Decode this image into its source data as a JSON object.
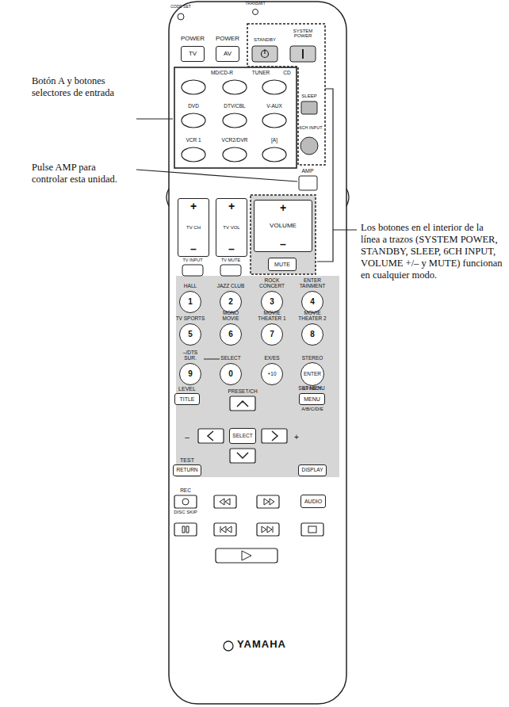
{
  "diagram": {
    "nodes": [
      {
        "text": [
          "TV"
        ]
      },
      {
        "text": [
          "AV"
        ]
      },
      {
        "text": [
          "+",
          "TV CH",
          "–"
        ]
      },
      {
        "text": [
          "+",
          "TV VOL",
          "–"
        ]
      },
      {
        "text": [
          "+",
          "VOLUME",
          "–"
        ]
      },
      {
        "text": [
          "MUTE"
        ]
      },
      {
        "text": [
          "1"
        ]
      },
      {
        "text": [
          "2"
        ]
      },
      {
        "text": [
          "3"
        ]
      },
      {
        "text": [
          "4"
        ]
      },
      {
        "text": [
          "5"
        ]
      },
      {
        "text": [
          "6"
        ]
      },
      {
        "text": [
          "7"
        ]
      },
      {
        "text": [
          "8"
        ]
      },
      {
        "text": [
          "9"
        ]
      },
      {
        "text": [
          "0"
        ]
      },
      {
        "text": [
          "+10"
        ]
      },
      {
        "text": [
          "ENTER"
        ]
      },
      {
        "text": [
          "TITLE"
        ]
      },
      {
        "text": [
          "MENU"
        ]
      },
      {
        "text": [
          "SELECT"
        ]
      },
      {
        "text": [
          "RETURN"
        ]
      },
      {
        "text": [
          "DISPLAY"
        ]
      },
      {
        "text": [
          "AUDIO"
        ]
      }
    ],
    "labels": [
      "CODE SET",
      "TRANSMIT",
      "POWER",
      "POWER",
      "STANDBY",
      "SYSTEM POWER",
      "MD/CD-R",
      "TUNER",
      "CD",
      "DVD",
      "DTV/CBL",
      "V-AUX",
      "SLEEP",
      "6CH INPUT",
      "VCR 1",
      "VCR2/DVR",
      "[A]",
      "AMP",
      "TV INPUT",
      "TV MUTE",
      "HALL",
      "JAZZ CLUB",
      "ROCK CONCERT",
      "ENTER TAINMENT",
      "TV SPORTS",
      "MONO MOVIE",
      "MOVIE THEATER 1",
      "MOVIE THEATER 2",
      "–/DTS SUR.",
      "SELECT",
      "EX/ES",
      "STEREO",
      "EFFECT",
      "LEVEL",
      "PRESET/CH",
      "SET MENU",
      "A/B/C/D/E",
      "–",
      "+",
      "TEST",
      "REC",
      "DISC SKIP",
      "YAMAHA",
      "Botón A y botones selectores de entrada",
      "Pulse AMP para controlar esta unidad.",
      "Los botones en el interior de la línea a trazos (SYSTEM POWER, STANDBY, SLEEP, 6CH INPUT, VOLUME +/– y MUTE) funcionan en cualquier modo."
    ]
  }
}
